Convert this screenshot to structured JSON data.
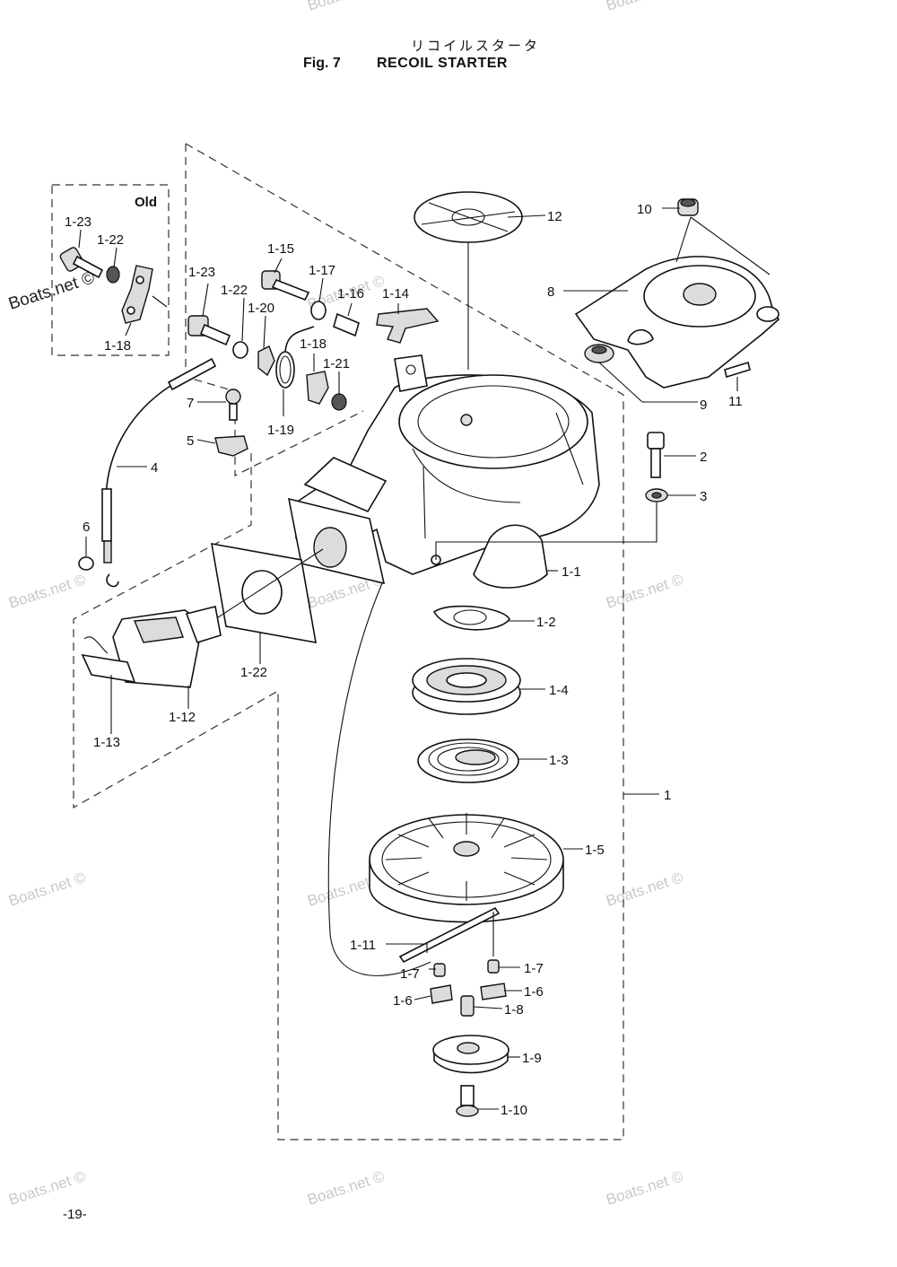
{
  "header": {
    "title_jp": "リコイルスタータ",
    "figure": "Fig. 7",
    "title": "RECOIL STARTER"
  },
  "inset_label": "Old",
  "callouts": [
    "1-23",
    "1-22",
    "1-18",
    "1-15",
    "1-17",
    "1-16",
    "1-14",
    "1-23",
    "1-22",
    "1-20",
    "1-18",
    "1-21",
    "1-19",
    "7",
    "5",
    "4",
    "6",
    "12",
    "10",
    "8",
    "9",
    "11",
    "2",
    "3",
    "1-1",
    "1-2",
    "1-4",
    "1-3",
    "1",
    "1-5",
    "1-22",
    "1-12",
    "1-13",
    "1-11",
    "1-7",
    "1-7",
    "1-6",
    "1-6",
    "1-8",
    "1-9",
    "1-10"
  ],
  "watermark": "Boats.net ©",
  "watermark_dark": "Boats.net ©",
  "page_number": "-19-"
}
